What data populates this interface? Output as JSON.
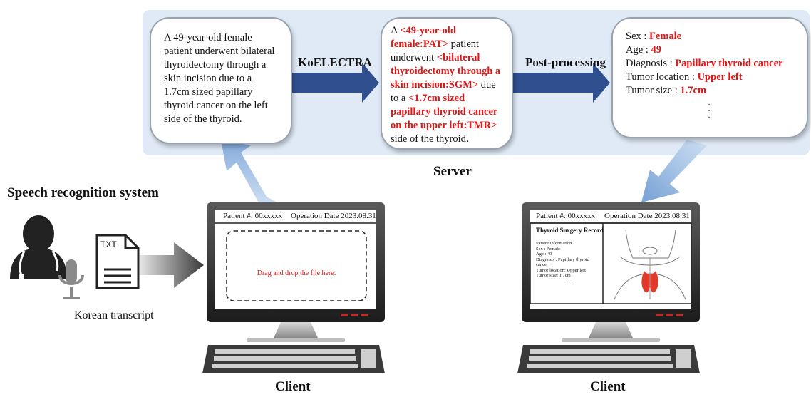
{
  "server": {
    "label": "Server",
    "model_label": "KoELECTRA",
    "postprocess_label": "Post-processing",
    "input_text": [
      "A 49-year-old female",
      "patient underwent bilateral",
      "thyroidectomy through a",
      "skin incision due to a",
      "1.7cm sized papillary",
      "thyroid cancer on the left",
      "side of the thyroid."
    ],
    "tagged_text": {
      "prefix": "A ",
      "pat_tag": "<49-year-old female:PAT>",
      "mid1": " patient underwent ",
      "sgm_tag": "<bilateral thyroidectomy through a skin incision:SGM>",
      "mid2": " due to a ",
      "tmr_tag": "<1.7cm sized papillary thyroid cancer on the upper left:TMR>",
      "suffix": " side of the thyroid."
    },
    "output_fields": [
      {
        "key": "Sex : ",
        "value": "Female"
      },
      {
        "key": "Age : ",
        "value": "49"
      },
      {
        "key": "Diagnosis : ",
        "value": "Papillary thyroid cancer"
      },
      {
        "key": "Tumor location : ",
        "value": "Upper left"
      },
      {
        "key": "Tumor size : ",
        "value": "1.7cm"
      }
    ],
    "ellipsis": ". . ."
  },
  "speech": {
    "title": "Speech recognition system",
    "file_icon_label": "TXT",
    "transcript_label": "Korean transcript"
  },
  "client_left": {
    "label": "Client",
    "patient": "Patient #: 00xxxxx",
    "op_date": "Operation Date 2023.08.31",
    "drop_text": "Drag and drop the file here."
  },
  "client_right": {
    "label": "Client",
    "patient": "Patient #: 00xxxxx",
    "op_date": "Operation Date 2023.08.31",
    "record_title": "Thyroid Surgery Record",
    "record_lines": [
      "Patient information",
      "Sex : Female",
      "Age : 49",
      "Diagnosis : Papillary thyroid",
      "cancer",
      "Tumor location: Upper left",
      "Tumor size: 1.7cm"
    ]
  },
  "colors": {
    "arrow_dark": "#2f4f8f",
    "arrow_light": "#8fb3dd",
    "highlight": "#e11616",
    "server_band": "#dfeaf6"
  }
}
